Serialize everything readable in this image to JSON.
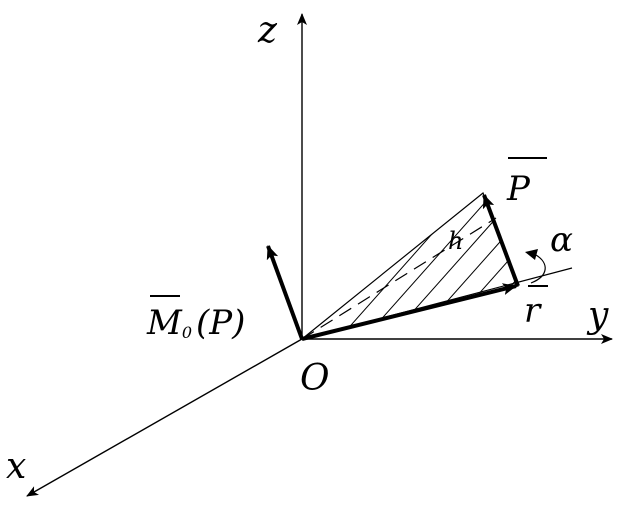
{
  "labels": {
    "z": "z",
    "y": "y",
    "x": "x",
    "origin": "O",
    "force": "P",
    "radius": "r",
    "height": "h",
    "angle": "α",
    "moment_main": "M",
    "moment_sub": "0",
    "moment_arg": "(P)"
  },
  "colors": {
    "ink": "#000000",
    "background": "#ffffff"
  }
}
